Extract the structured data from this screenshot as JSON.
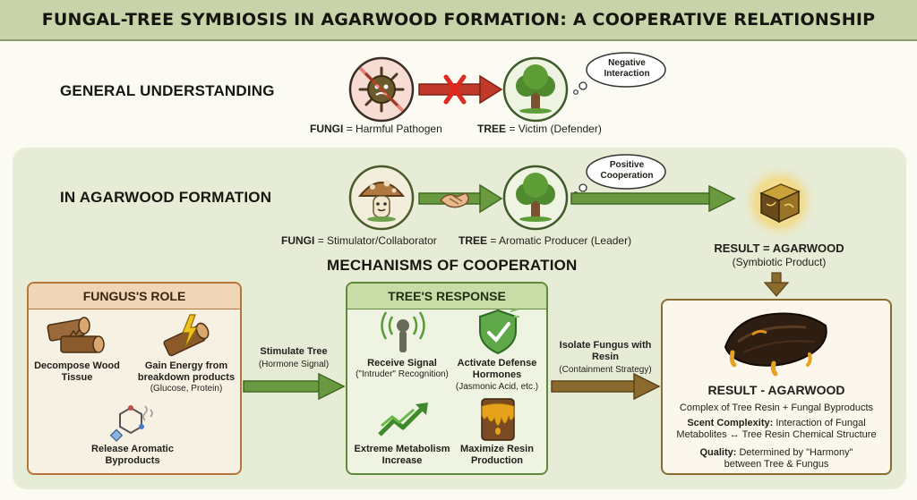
{
  "title": "FUNGAL-TREE SYMBIOSIS IN AGARWOOD FORMATION: A COOPERATIVE RELATIONSHIP",
  "general": {
    "heading": "GENERAL UNDERSTANDING",
    "fungi_key": "FUNGI",
    "fungi_text": "= Harmful Pathogen",
    "tree_key": "TREE",
    "tree_text": "= Victim (Defender)",
    "bubble": "Negative Interaction"
  },
  "agarwood": {
    "heading": "IN AGARWOOD FORMATION",
    "fungi_key": "FUNGI",
    "fungi_text": "= Stimulator/Collaborator",
    "tree_key": "TREE",
    "tree_text": "= Aromatic Producer (Leader)",
    "bubble": "Positive Cooperation",
    "result_title": "RESULT = AGARWOOD",
    "result_sub": "(Symbiotic Product)"
  },
  "mechanisms": {
    "heading": "MECHANISMS OF COOPERATION",
    "fungus_role": {
      "title": "FUNGUS'S ROLE",
      "items": [
        {
          "label": "Decompose Wood Tissue",
          "sub": ""
        },
        {
          "label": "Gain Energy from breakdown products",
          "sub": "(Glucose, Protein)"
        },
        {
          "label": "Release Aromatic Byproducts",
          "sub": ""
        }
      ]
    },
    "arrow1": {
      "label": "Stimulate Tree",
      "sub": "(Hormone Signal)"
    },
    "tree_response": {
      "title": "TREE'S RESPONSE",
      "items": [
        {
          "label": "Receive Signal",
          "sub": "(\"Intruder\" Recognition)"
        },
        {
          "label": "Activate Defense Hormones",
          "sub": "(Jasmonic Acid, etc.)"
        },
        {
          "label": "Extreme Metabolism Increase",
          "sub": ""
        },
        {
          "label": "Maximize Resin Production",
          "sub": ""
        }
      ]
    },
    "arrow2": {
      "label": "Isolate Fungus with Resin",
      "sub": "(Containment Strategy)"
    },
    "result": {
      "title": "RESULT - AGARWOOD",
      "line1": "Complex of Tree Resin + Fungal Byproducts",
      "scent_key": "Scent Complexity:",
      "scent_text": "Interaction of Fungal Metabolites ↔ Tree Resin Chemical Structure",
      "quality_key": "Quality:",
      "quality_text": "Determined by \"Harmony\" between Tree & Fungus"
    }
  },
  "colors": {
    "title_bg": "#c9d3a9",
    "panel_bg": "#e6ecd6",
    "fungus_box_border": "#b8753a",
    "fungus_box_head": "#f0d6b6",
    "tree_box_border": "#5f8a3b",
    "tree_box_head": "#c9dca8",
    "arrow_green": "#6a9a3f",
    "arrow_brown": "#8b6a2e",
    "negative_red": "#d8392b"
  },
  "icons": [
    "virus-icon",
    "tree-icon",
    "cross-icon",
    "mushroom-icon",
    "handshake-icon",
    "agarwood-cube-icon",
    "log-icon",
    "energy-log-icon",
    "molecule-icon",
    "signal-icon",
    "shield-icon",
    "growth-arrows-icon",
    "resin-drip-icon",
    "agarwood-chunk-icon"
  ]
}
